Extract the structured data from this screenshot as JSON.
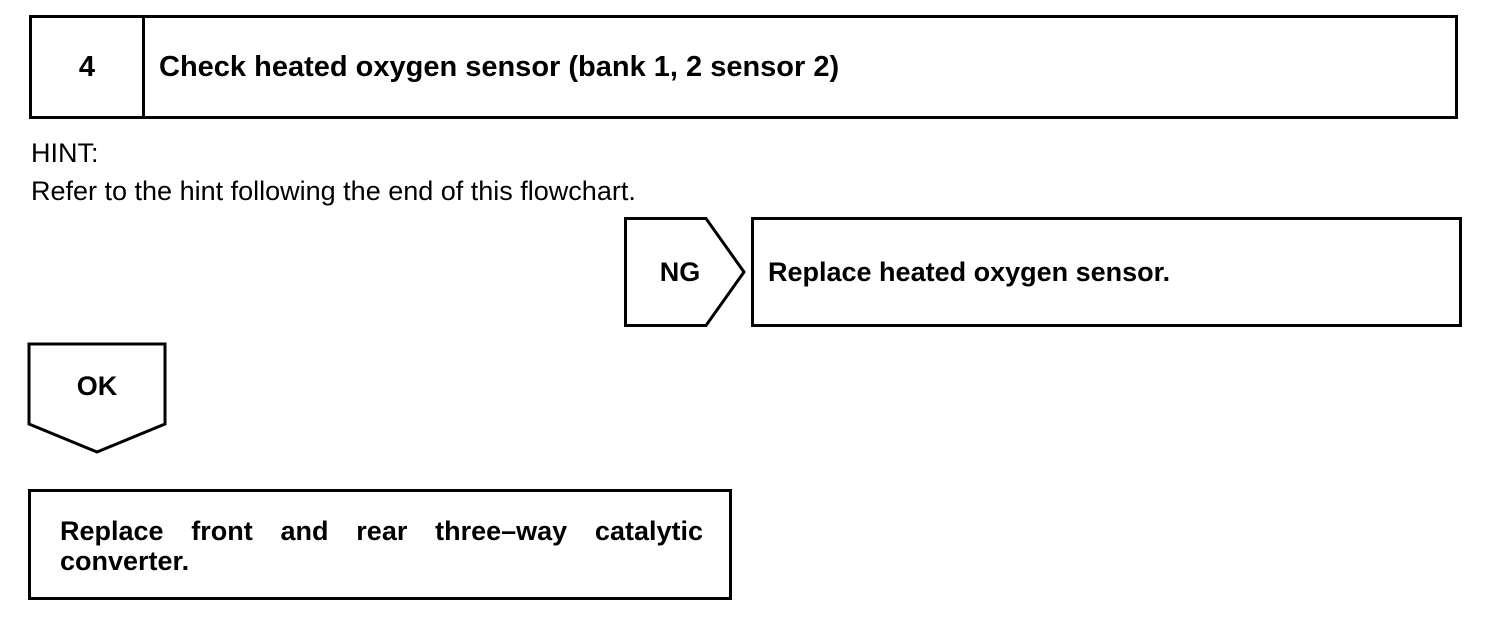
{
  "step": {
    "number": "4",
    "title": "Check heated oxygen sensor (bank 1, 2 sensor 2)"
  },
  "hint": {
    "label": "HINT:",
    "text": "Refer to the hint following the end of this flowchart."
  },
  "ng_branch": {
    "label": "NG",
    "action": "Replace heated oxygen sensor."
  },
  "ok_branch": {
    "label": "OK",
    "action": "Replace front and rear three–way catalytic converter."
  }
}
